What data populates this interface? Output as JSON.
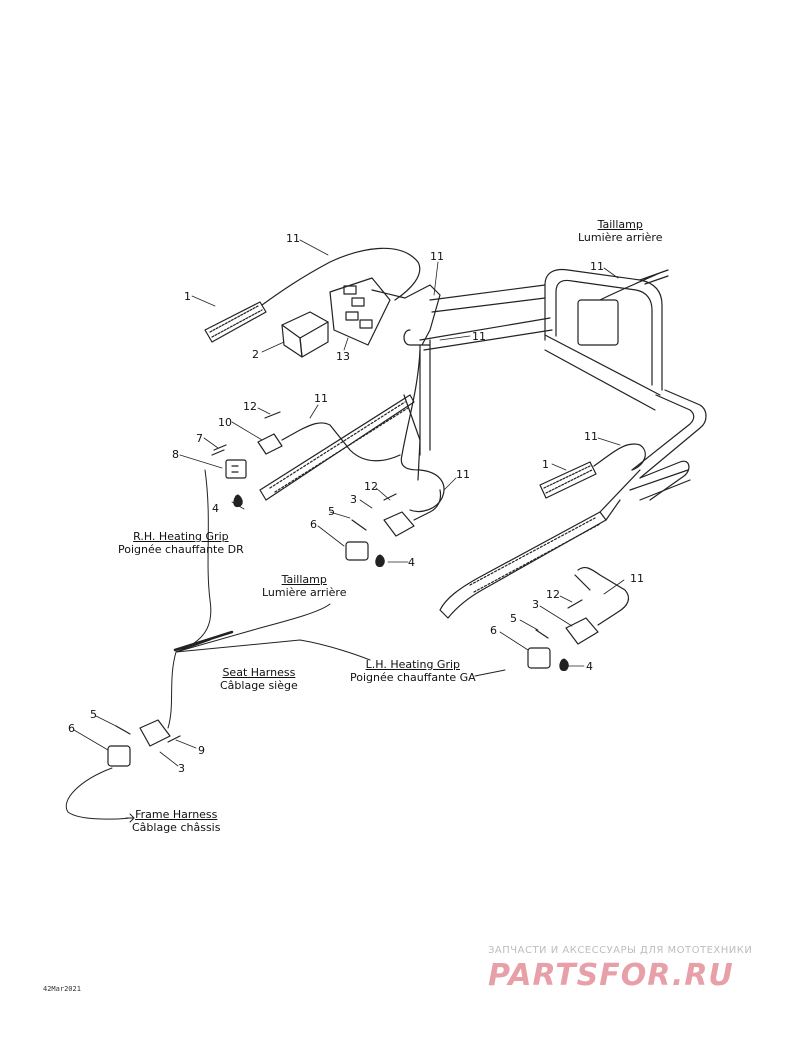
{
  "labels": {
    "taillamp_top": {
      "en": "Taillamp",
      "fr": "Lumière arrière"
    },
    "rh_grip": {
      "en": "R.H. Heating Grip",
      "fr": "Poignée chauffante DR"
    },
    "taillamp_mid": {
      "en": "Taillamp",
      "fr": "Lumière arrière"
    },
    "seat_harness": {
      "en": "Seat Harness",
      "fr": "Câblage siège"
    },
    "lh_grip": {
      "en": "L.H. Heating Grip",
      "fr": "Poignée chauffante GA"
    },
    "frame_harness": {
      "en": "Frame Harness",
      "fr": "Câblage châssis"
    }
  },
  "callouts": {
    "c1a": "1",
    "c1b": "1",
    "c2": "2",
    "c3a": "3",
    "c3b": "3",
    "c3c": "3",
    "c4a": "4",
    "c4b": "4",
    "c4c": "4",
    "c5a": "5",
    "c5b": "5",
    "c5c": "5",
    "c6a": "6",
    "c6b": "6",
    "c6c": "6",
    "c7": "7",
    "c8": "8",
    "c9": "9",
    "c10": "10",
    "c11a": "11",
    "c11b": "11",
    "c11c": "11",
    "c11d": "11",
    "c11e": "11",
    "c11f": "11",
    "c11g": "11",
    "c11h": "11",
    "c12a": "12",
    "c12b": "12",
    "c12c": "12",
    "c13": "13"
  },
  "watermark": {
    "tagline": "ЗАПЧАСТИ И АКСЕССУАРЫ ДЛЯ МОТОТЕХНИКИ",
    "logo": "PARTSFOR.RU"
  },
  "drawing_code": "42Mar2021",
  "colors": {
    "line": "#222222",
    "watermark_red": "#e8a0a8",
    "watermark_grey": "#bdbdbd"
  }
}
